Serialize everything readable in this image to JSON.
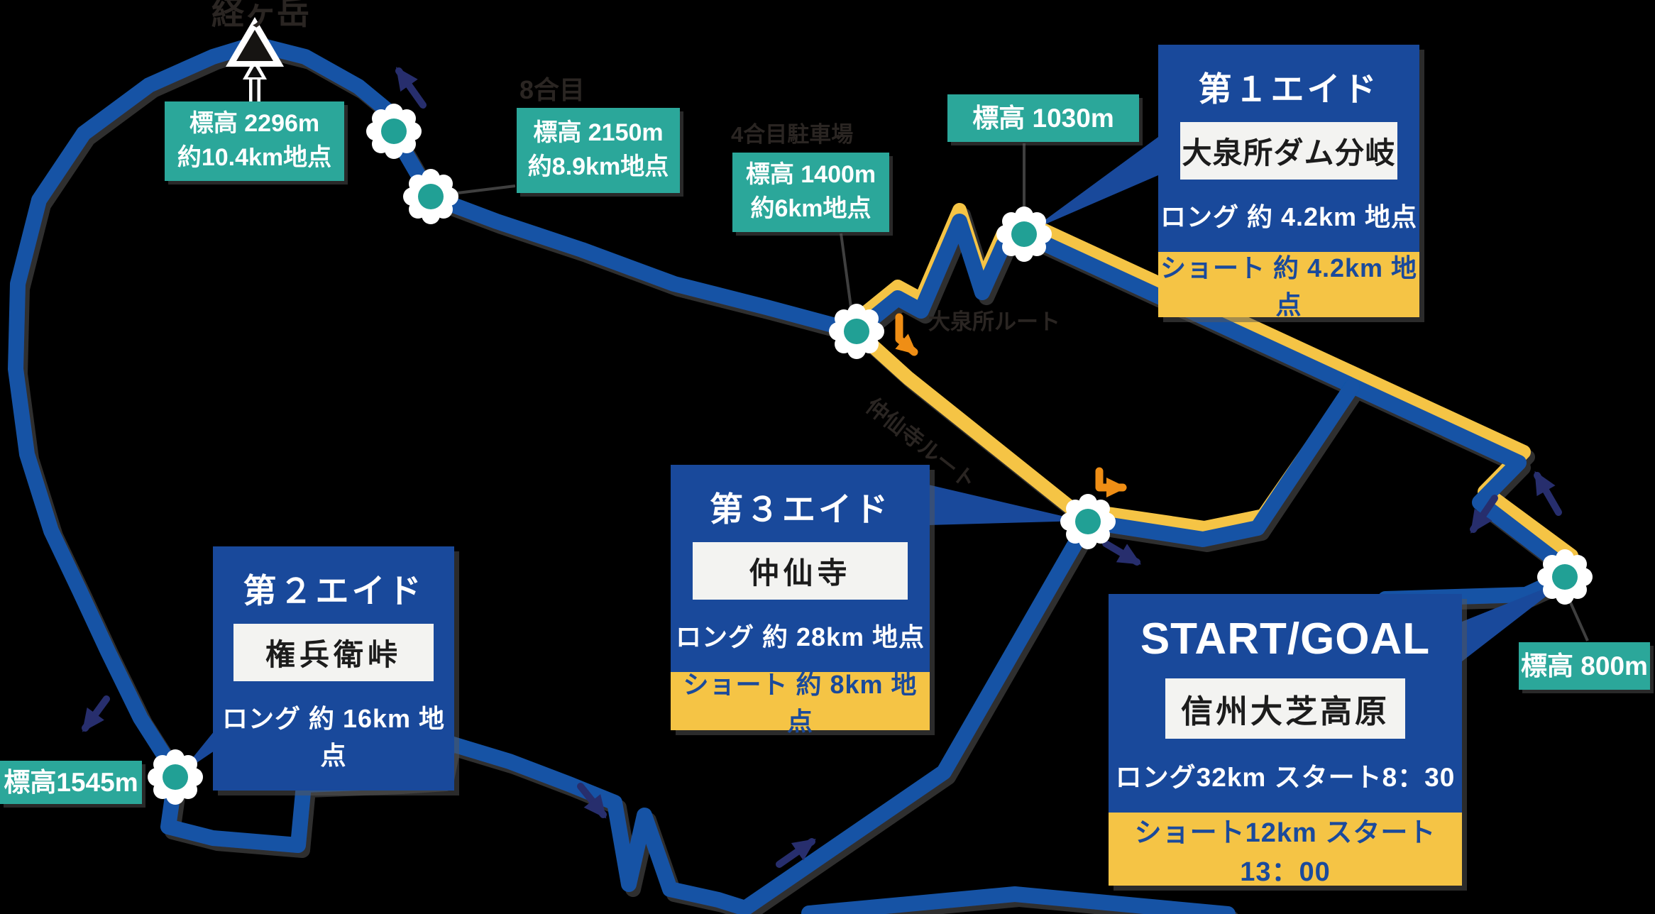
{
  "map": {
    "title_context": "trail race course map",
    "peaks": [
      {
        "name": "経ヶ岳"
      }
    ],
    "elevation_labels": [
      {
        "line1": "標高 2296m",
        "line2": "約10.4km地点"
      },
      {
        "line1": "標高 2150m",
        "line2": "約8.9km地点"
      },
      {
        "line1": "標高 1400m",
        "line2": "約6km地点"
      },
      {
        "line1": "標高 1030m"
      },
      {
        "line1": "標高1545m"
      },
      {
        "line1": "標高 800m"
      }
    ],
    "waypoint_labels": [
      {
        "text": "8合目"
      },
      {
        "text": "4合目駐車場"
      }
    ],
    "route_labels": [
      {
        "text": "大泉所ルート"
      },
      {
        "text": "仲仙寺ルート"
      }
    ],
    "aid_stations": [
      {
        "title": "第１エイド",
        "name": "大泉所ダム分岐",
        "long_label": "ロング 約 4.2km 地点",
        "short_label": "ショート 約 4.2km 地点"
      },
      {
        "title": "第２エイド",
        "name": "権兵衛峠",
        "long_label": "ロング 約 16km 地点"
      },
      {
        "title": "第３エイド",
        "name": "仲仙寺",
        "long_label": "ロング 約 28km 地点",
        "short_label": "ショート 約 8km 地点"
      }
    ],
    "start_goal": {
      "title": "START/GOAL",
      "name": "信州大芝高原",
      "long_label": "ロング32km スタート8：30",
      "short_label": "ショート12km スタート13：00"
    },
    "colors": {
      "background": "#000000",
      "long_course_blue": "#1253a5",
      "short_course_yellow": "#f5c445",
      "callout_box_blue": "#19499b",
      "elevation_label_teal": "#2ba79a",
      "node_core_teal": "#21a095",
      "short_text_blue": "#1a4a9c",
      "turn_arrow_orange": "#ef8e15",
      "direction_arrow_navy": "#272e6d"
    }
  }
}
